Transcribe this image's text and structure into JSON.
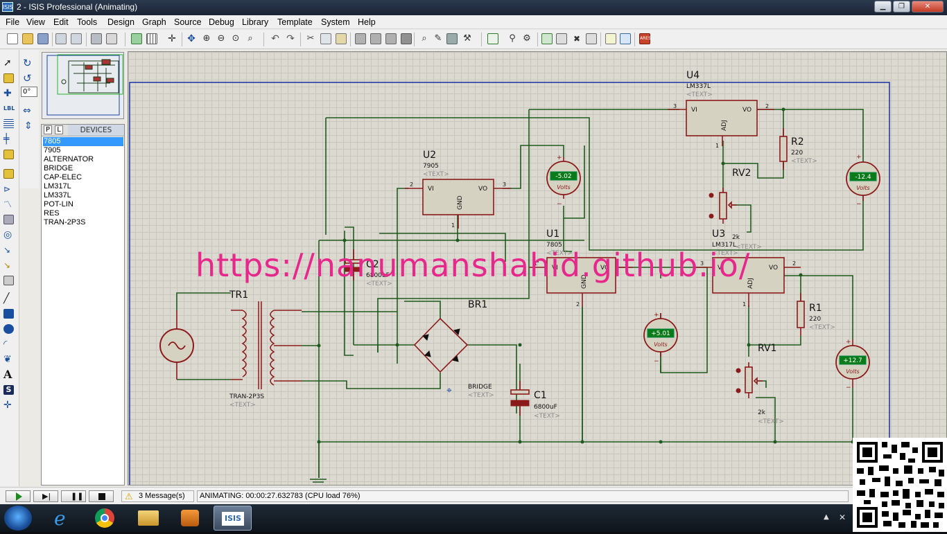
{
  "window": {
    "title": "2 - ISIS Professional (Animating)",
    "app_icon_text": "ISIS"
  },
  "menu": [
    "File",
    "View",
    "Edit",
    "Tools",
    "Design",
    "Graph",
    "Source",
    "Debug",
    "Library",
    "Template",
    "System",
    "Help"
  ],
  "rotation": {
    "angle_value": "0°"
  },
  "devices": {
    "tab_p": "P",
    "tab_l": "L",
    "header": "DEVICES",
    "items": [
      "7805",
      "7905",
      "ALTERNATOR",
      "BRIDGE",
      "CAP-ELEC",
      "LM317L",
      "LM337L",
      "POT-LIN",
      "RES",
      "TRAN-2P3S"
    ],
    "selected_index": 0
  },
  "schematic": {
    "U4": {
      "ref": "U4",
      "value": "LM337L",
      "text": "<TEXT>",
      "pin_in": "VI",
      "pin_out": "VO",
      "pin_adj": "ADJ",
      "n_in": "3",
      "n_out": "2",
      "n_adj": "1"
    },
    "U2": {
      "ref": "U2",
      "value": "7905",
      "text": "<TEXT>",
      "pin_in": "VI",
      "pin_out": "VO",
      "pin_gnd": "GND",
      "n_in": "2",
      "n_out": "3",
      "n_gnd": "1"
    },
    "U1": {
      "ref": "U1",
      "value": "7805",
      "text": "<TEXT>",
      "pin_in": "VI",
      "pin_out": "VO",
      "pin_gnd": "GND",
      "n_in": "1",
      "n_out": "3",
      "n_gnd": "2"
    },
    "U3": {
      "ref": "U3",
      "value": "LM317L",
      "text": "<TEXT>",
      "pin_in": "VI",
      "pin_out": "VO",
      "pin_adj": "ADJ",
      "n_in": "3",
      "n_out": "2",
      "n_adj": "1"
    },
    "R2": {
      "ref": "R2",
      "value": "220",
      "text": "<TEXT>"
    },
    "R1": {
      "ref": "R1",
      "value": "220",
      "text": "<TEXT>"
    },
    "RV2": {
      "ref": "RV2",
      "value": "2k",
      "text": "<TEXT>"
    },
    "RV1": {
      "ref": "RV1",
      "value": "2k",
      "text": "<TEXT>"
    },
    "C2": {
      "ref": "C2",
      "value": "6800uF",
      "text": "<TEXT>"
    },
    "C1": {
      "ref": "C1",
      "value": "6800uF",
      "text": "<TEXT>"
    },
    "TR1": {
      "ref": "TR1",
      "value": "TRAN-2P3S",
      "text": "<TEXT>"
    },
    "BR1": {
      "ref": "BR1",
      "value": "BRIDGE",
      "text": "<TEXT>"
    },
    "meter_unit": "Volts",
    "meter_plus": "+",
    "meter_minus": "−",
    "voltmeters": [
      {
        "id": "vm-u2",
        "reading": "-5.02"
      },
      {
        "id": "vm-u4",
        "reading": "-12.4"
      },
      {
        "id": "vm-u1",
        "reading": "+5.01"
      },
      {
        "id": "vm-u3",
        "reading": "+12.7"
      }
    ]
  },
  "watermark": "https://nanumanshahid.github.io/",
  "statusbar": {
    "messages": "3 Message(s)",
    "status": "ANIMATING: 00:00:27.632783 (CPU load 76%)"
  },
  "colors": {
    "wire": "#1e5a1e",
    "component_fill": "#d6d2c2",
    "component_stroke": "#8b1a1a",
    "meter_display": "#0b7a19",
    "watermark": "#e6288c"
  }
}
